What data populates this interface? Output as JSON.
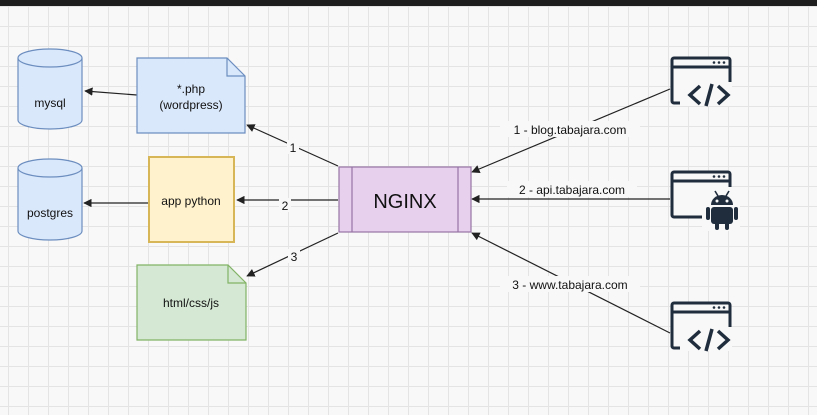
{
  "nginx": {
    "label": "NGINX"
  },
  "databases": {
    "mysql": "mysql",
    "postgres": "postgres"
  },
  "apps": {
    "php_line1": "*.php",
    "php_line2": "(wordpress)",
    "python": "app python",
    "static": "html/css/js"
  },
  "routes": {
    "to_php": "1",
    "to_python": "2",
    "to_static": "3"
  },
  "clients": {
    "blog": "1 - blog.tabajara.com",
    "api": "2 - api.tabajara.com",
    "www": "3 - www.tabajara.com"
  },
  "client_icons": [
    "code-browser-icon",
    "android-browser-icon",
    "code-browser-icon"
  ],
  "colors": {
    "nginx_fill": "#e6d0ee",
    "nginx_stroke": "#9673a6",
    "php_fill": "#dae8fc",
    "php_stroke": "#6c8ebf",
    "python_fill": "#fff2cc",
    "python_stroke": "#d6b656",
    "static_fill": "#d5e8d4",
    "static_stroke": "#82b366",
    "db_fill": "#dae8fc",
    "db_stroke": "#6c8ebf",
    "arrow": "#222222"
  }
}
